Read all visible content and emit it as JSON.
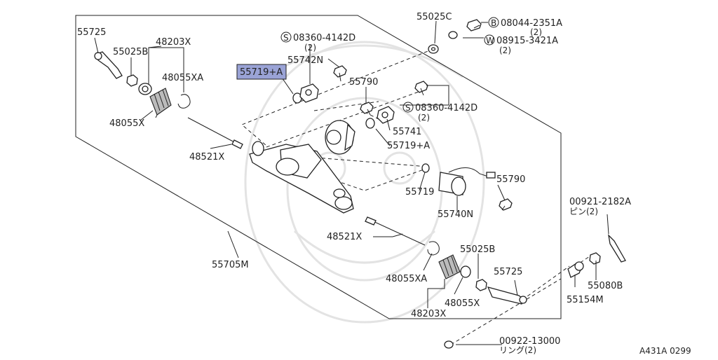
{
  "labels": {
    "p55725_top": "55725",
    "p55025b_top": "55025B",
    "p48203x_top": "48203X",
    "p48055xa_top": "48055XA",
    "p48055x_top": "48055X",
    "p48521x_top": "48521X",
    "p55705m": "55705M",
    "s08360_top": "08360-4142D",
    "s08360_top_qty": "(2)",
    "p55742n": "55742N",
    "p55719a_highlight": "55719+A",
    "p55025c": "55025C",
    "b08044": "08044-2351A",
    "b08044_qty": "(2)",
    "w08915": "08915-3421A",
    "w08915_qty": "(2)",
    "p55790_top": "55790",
    "s08360_mid": "08360-4142D",
    "s08360_mid_qty": "(2)",
    "p55741": "55741",
    "p55719a_mid": "55719+A",
    "p55719": "55719",
    "p55790_mid": "55790",
    "p55740n": "55740N",
    "p00921": "00921-2182A",
    "p00921_note": "ピン(2)",
    "p48521x_bot": "48521X",
    "p55025b_bot": "55025B",
    "p55725_bot": "55725",
    "p48055xa_bot": "48055XA",
    "p48055x_bot": "48055X",
    "p48203x_bot": "48203X",
    "p55154m": "55154M",
    "p55080b": "55080B",
    "p00922": "00922-13000",
    "p00922_note": "リング(2)",
    "diagram_code": "A431A 0299",
    "badge_s": "S",
    "badge_b": "B",
    "badge_w": "W"
  },
  "colors": {
    "highlight_fill": "#9aa3d6",
    "highlight_border": "#3a3f7a"
  }
}
